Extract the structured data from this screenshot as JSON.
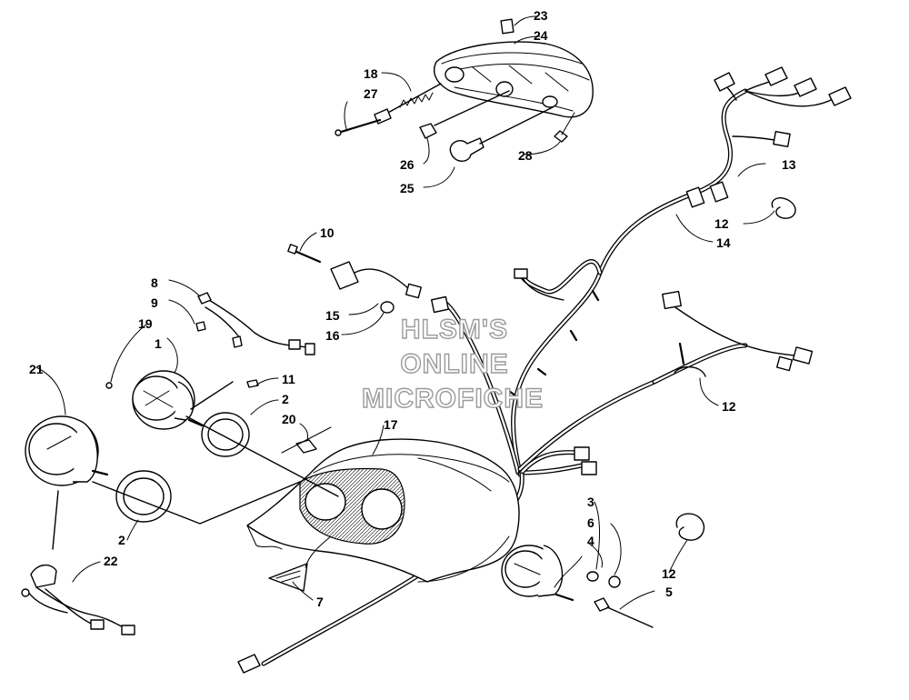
{
  "watermark": {
    "line1": "HLSM'S",
    "line2": "ONLINE",
    "line3": "MICROFICHE"
  },
  "callouts": {
    "c1": "1",
    "c2a": "2",
    "c2b": "2",
    "c3": "3",
    "c4": "4",
    "c5": "5",
    "c6": "6",
    "c7": "7",
    "c8": "8",
    "c9": "9",
    "c10": "10",
    "c11": "11",
    "c12a": "12",
    "c12b": "12",
    "c12c": "12",
    "c13": "13",
    "c14": "14",
    "c15": "15",
    "c16": "16",
    "c17": "17",
    "c18": "18",
    "c19": "19",
    "c20": "20",
    "c21": "21",
    "c22": "22",
    "c23": "23",
    "c24": "24",
    "c25": "25",
    "c26": "26",
    "c27": "27",
    "c28": "28"
  }
}
